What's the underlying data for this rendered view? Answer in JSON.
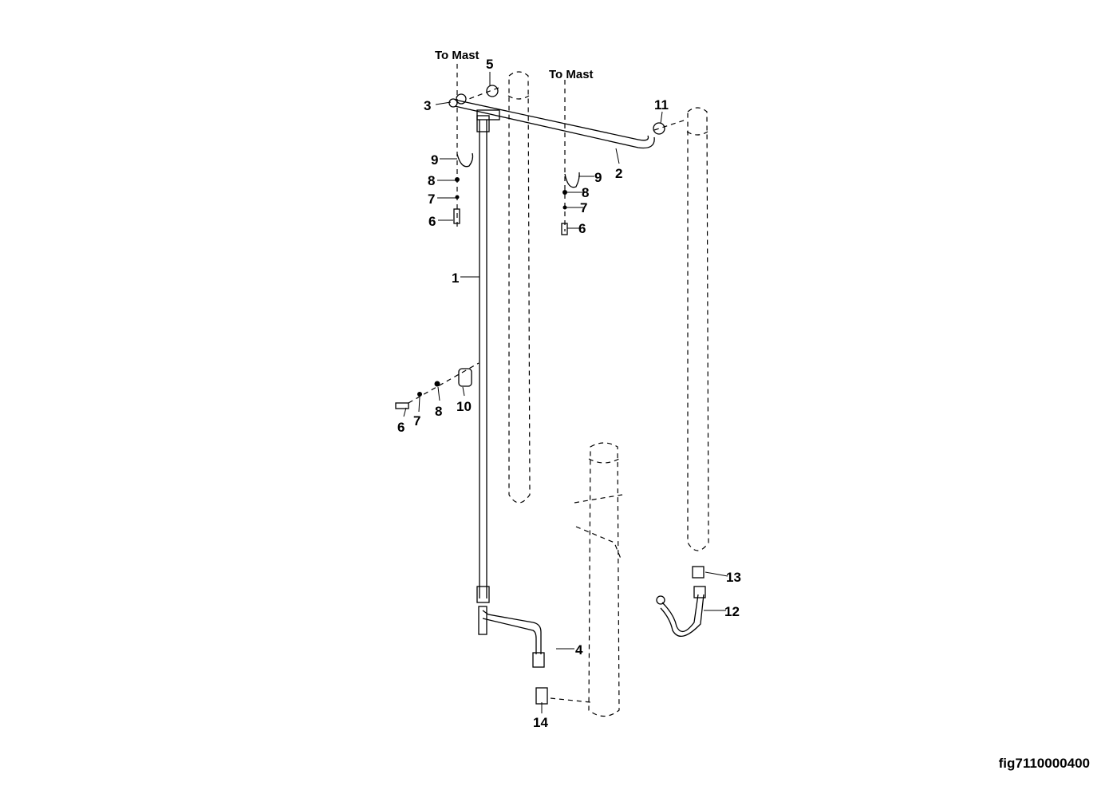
{
  "figure_id": "fig7110000400",
  "annotations": {
    "to_mast_left": "To Mast",
    "to_mast_right": "To Mast"
  },
  "callouts": [
    "1",
    "2",
    "3",
    "4",
    "5",
    "6",
    "7",
    "8",
    "9",
    "10",
    "11",
    "12",
    "13",
    "14"
  ]
}
